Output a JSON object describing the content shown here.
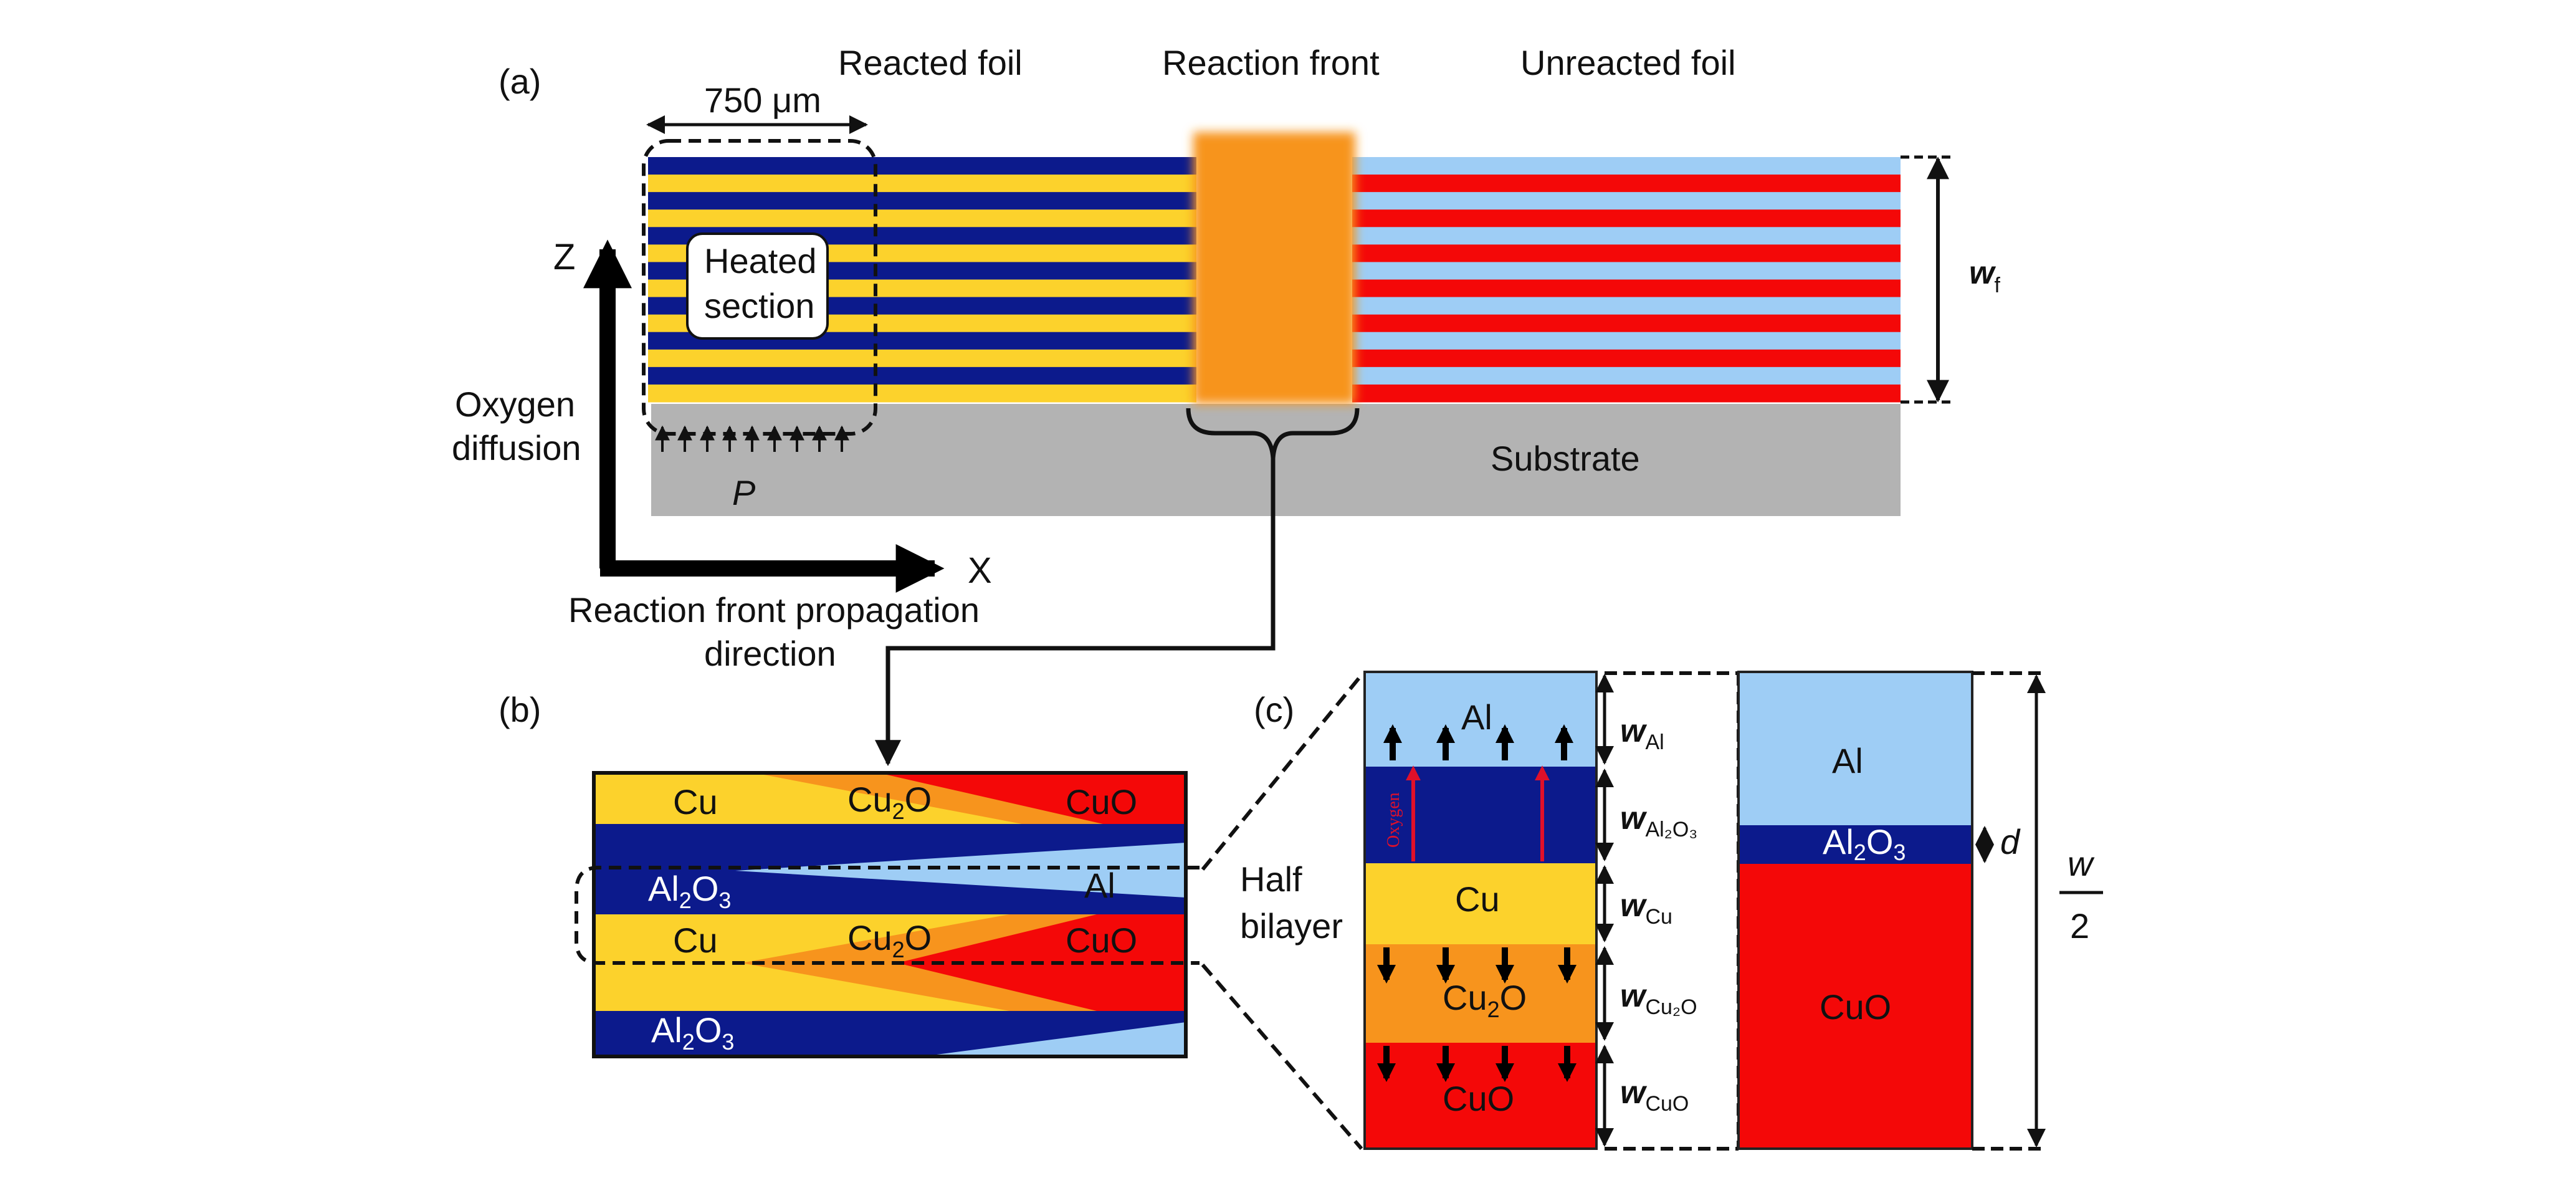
{
  "panel_a": {
    "label": "(a)",
    "scale_label": "750 μm",
    "reacted_label": "Reacted foil",
    "front_label": "Reaction front",
    "unreacted_label": "Unreacted foil",
    "heated_line1": "Heated",
    "heated_line2": "section",
    "z_label": "Z",
    "x_label": "X",
    "oxygen_line1": "Oxygen",
    "oxygen_line2": "diffusion",
    "p_label": "P",
    "substrate_label": "Substrate",
    "wf_main": "w",
    "wf_sub": "f",
    "prop_line1": "Reaction front propagation",
    "prop_line2": "direction"
  },
  "panel_b": {
    "label": "(b)",
    "cu": "Cu",
    "cu2o_base": "Cu",
    "cu2o_sub": "2",
    "cu2o_tail": "O",
    "cuo": "CuO",
    "al": "Al",
    "al2o3_base": "Al",
    "al2o3_sub1": "2",
    "al2o3_mid": "O",
    "al2o3_sub2": "3",
    "half_line1": "Half",
    "half_line2": "bilayer"
  },
  "panel_c": {
    "label": "(c)",
    "al": "Al",
    "cu": "Cu",
    "cuo": "CuO",
    "cu2o_base": "Cu",
    "cu2o_sub": "2",
    "cu2o_tail": "O",
    "al2o3_base": "Al",
    "al2o3_sub1": "2",
    "al2o3_mid": "O",
    "al2o3_sub2": "3",
    "oxygen_text": "Oxygen",
    "w": "w",
    "w_al_sub": "Al",
    "w_al2o3_sub": "Al₂O₃",
    "w_cu_sub": "Cu",
    "w_cu2o_sub": "Cu₂O",
    "w_cuo_sub": "CuO",
    "d_label": "d",
    "half_w_num": "w",
    "half_w_den": "2"
  },
  "colors": {
    "navy": "#0c1a8c",
    "yellow": "#fcd22c",
    "light_blue": "#9ecdf5",
    "red": "#f40808",
    "orange": "#f7941d",
    "gray": "#b3b3b3"
  }
}
